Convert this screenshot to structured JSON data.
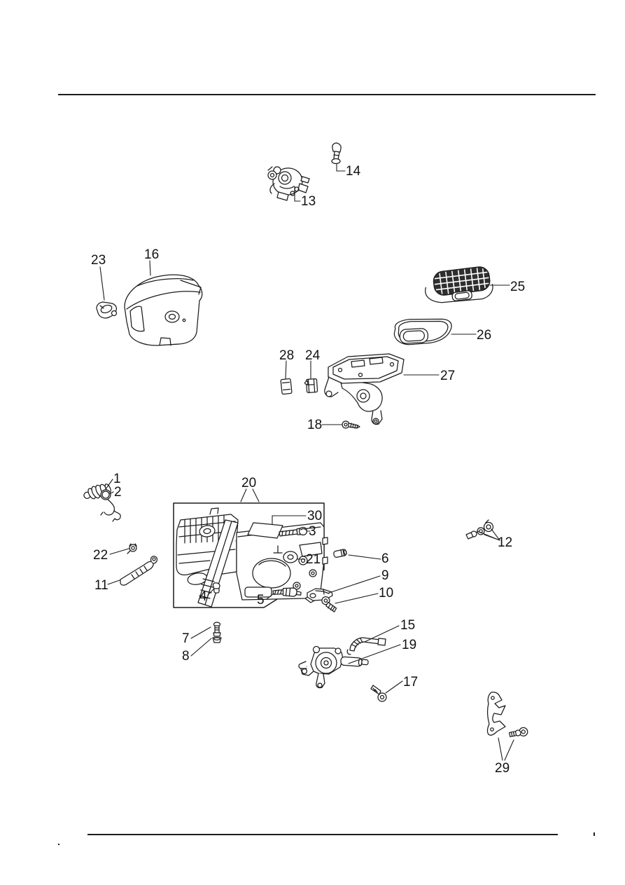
{
  "colors": {
    "ink": "#1c1c1c",
    "paper": "#ffffff",
    "filter_mesh_dark": "#2f2f2f"
  },
  "diagram": {
    "description_note": "exploded-parts-diagram",
    "callouts": [
      "1",
      "2",
      "3",
      "4",
      "5",
      "6",
      "7",
      "8",
      "9",
      "10",
      "11",
      "12",
      "13",
      "14",
      "15",
      "16",
      "17",
      "18",
      "19",
      "20",
      "21",
      "22",
      "23",
      "24",
      "25",
      "26",
      "27",
      "28",
      "29",
      "30"
    ]
  }
}
